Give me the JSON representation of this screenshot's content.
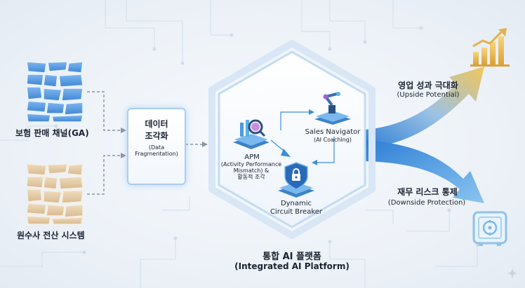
{
  "sources": [
    {
      "label": "보험 판매 채널(GA)"
    },
    {
      "label": "원수사 전산 시스템"
    }
  ],
  "fragmentation": {
    "title_line1": "데이터",
    "title_line2": "조각화",
    "subtitle_line1": "(Data",
    "subtitle_line2": "Fragmentation)"
  },
  "platform": {
    "title": "통합 AI 플랫폼",
    "subtitle": "(Integrated AI Platform)"
  },
  "modules": {
    "apm": {
      "title": "APM",
      "line1": "(Activity Performance",
      "line2": "Mismatch) &",
      "line3": "활동적 조각"
    },
    "sales_navigator": {
      "title": "Sales Navigator",
      "subtitle": "(AI Coaching)"
    },
    "circuit_breaker": {
      "title_line1": "Dynamic",
      "title_line2": "Circuit Breaker"
    }
  },
  "outcomes": {
    "upside": {
      "title": "영업 성과 극대화",
      "subtitle": "(Upside Potential)"
    },
    "downside": {
      "title": "재무 리스크 통제",
      "subtitle": "(Downside Protection)"
    }
  },
  "icons": [
    "broken-tiles-icon",
    "magnifier-chart-icon",
    "robot-arm-icon",
    "shield-lock-icon",
    "bar-chart-up-icon",
    "safe-icon",
    "sparkle-icon"
  ],
  "colors": {
    "accent_blue": "#2f7fd6",
    "gold": "#e8b94a",
    "hex_border": "#c3dbf3"
  }
}
